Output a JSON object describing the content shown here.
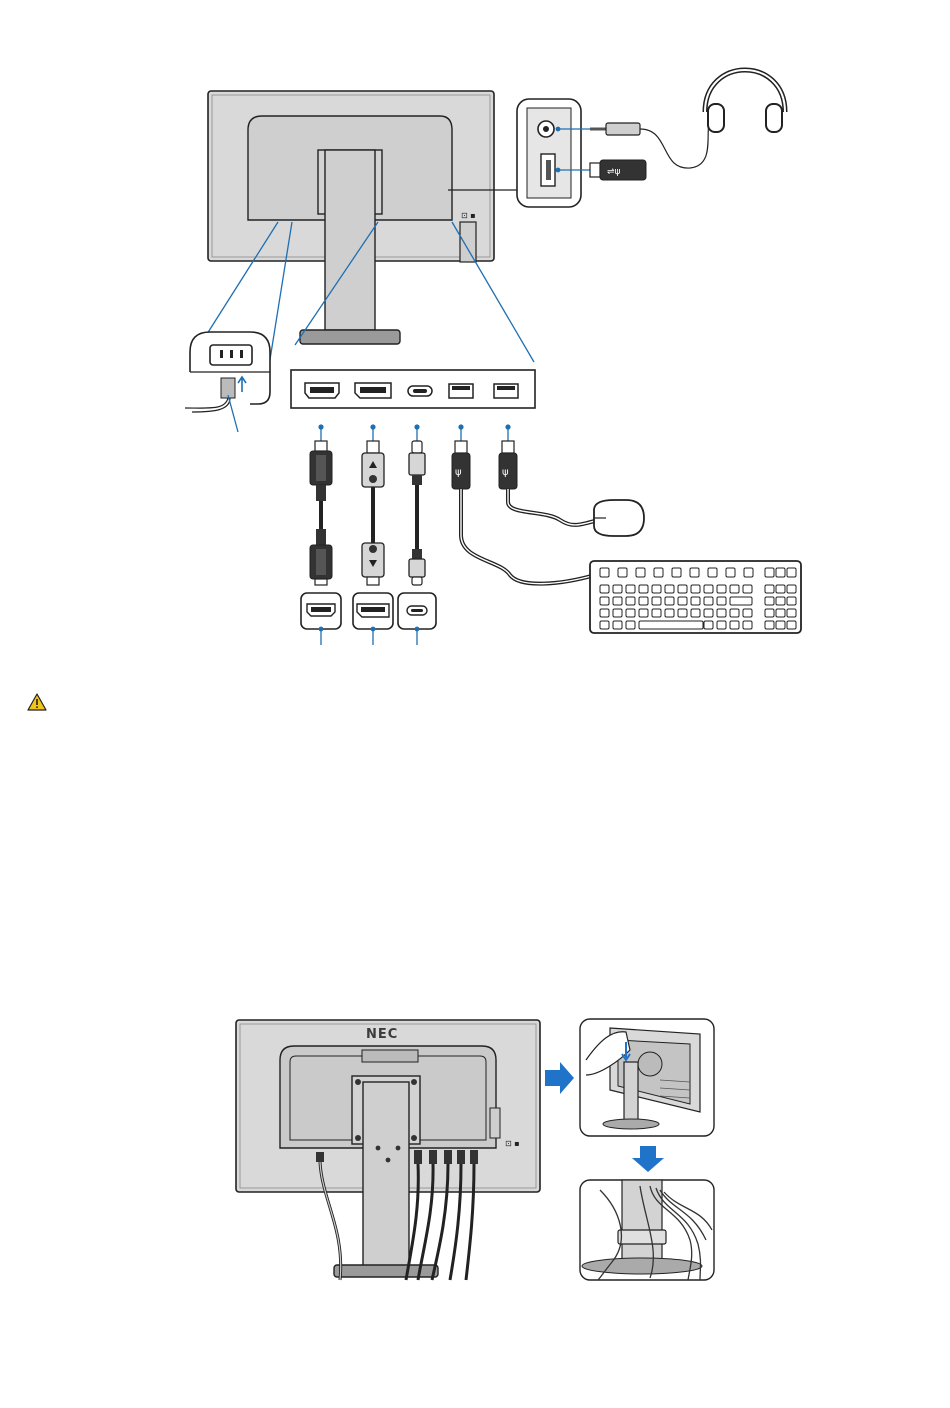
{
  "figure_top": {
    "ports": [
      "hdmi-port",
      "displayport-port",
      "usb-c-port",
      "usb-a-port-1",
      "usb-a-port-2"
    ],
    "side_ports": [
      "headphone-jack",
      "usb-a-side-port"
    ],
    "peripherals": [
      "headphones",
      "usb-stick",
      "mouse",
      "keyboard"
    ],
    "cables": [
      "hdmi-cable",
      "displayport-cable",
      "usb-c-cable",
      "usb-cable-keyboard",
      "usb-cable-mouse",
      "power-cable"
    ]
  },
  "warning": {
    "icon": "warning-triangle-icon",
    "color": "#f0c419"
  },
  "figure_bottom": {
    "brand": "NEC",
    "accent_arrow_color": "#1f73c8"
  }
}
